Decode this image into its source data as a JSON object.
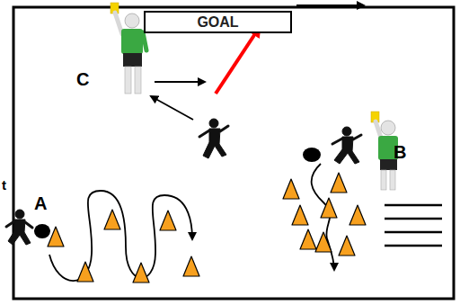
{
  "diagram": {
    "nodes": [
      {
        "text": [
          "GOAL"
        ]
      }
    ],
    "labels": [
      "C",
      "B",
      "A",
      "t"
    ]
  }
}
